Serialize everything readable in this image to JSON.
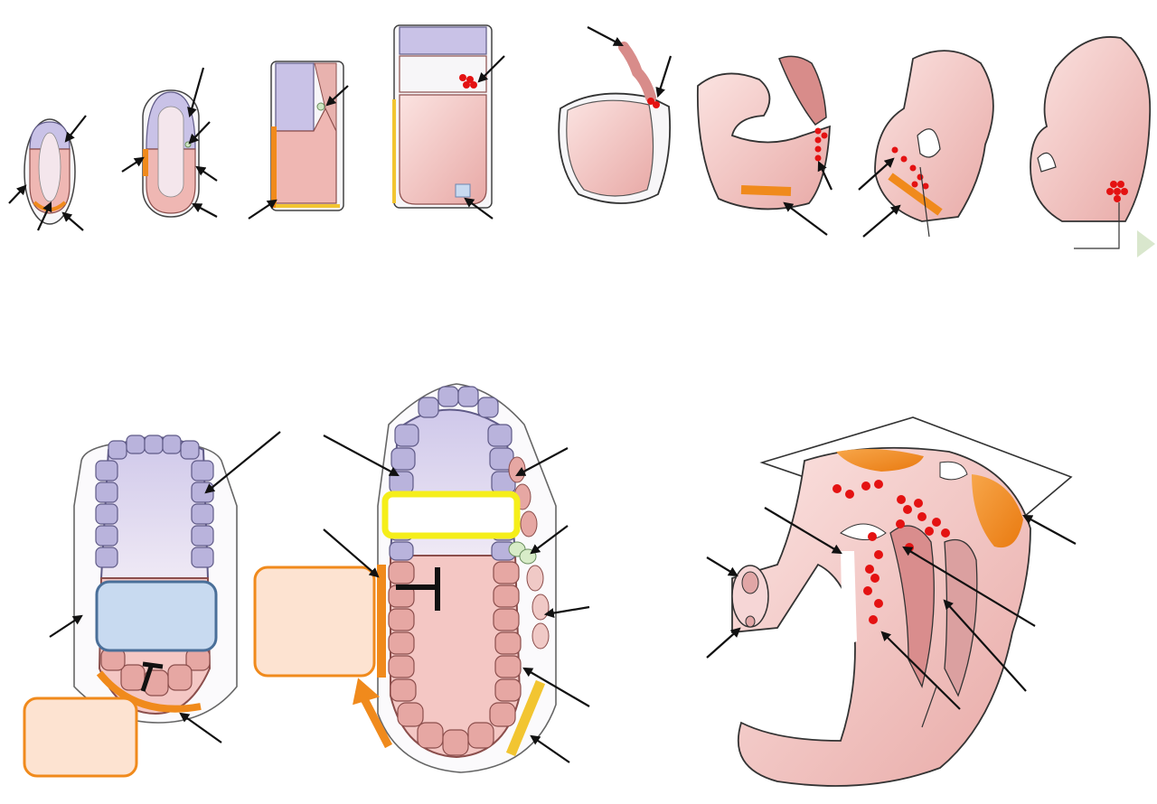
{
  "figure": {
    "panels": [
      "developmental-series",
      "early-embryo-detail",
      "late-embryo-detail",
      "organ-section"
    ]
  },
  "colors": {
    "epiblast": "#b9b3dc",
    "visceral_endoderm": "#e6a7a3",
    "extraembryonic": "#f6f4f7",
    "ave_orange": "#f08a1c",
    "yellow_band": "#f2c531",
    "germ_cells_red": "#e41212",
    "box_blue": "#c8daf0",
    "box_orange_fill": "#fde3d1",
    "box_orange_border": "#f08a1c",
    "highlight_yellow": "#f5ee1a",
    "embryo_pink": "#f3caca"
  },
  "boxes": {
    "blue_box": "",
    "orange_box_left": "",
    "orange_box_middle": "",
    "yellow_box": ""
  }
}
